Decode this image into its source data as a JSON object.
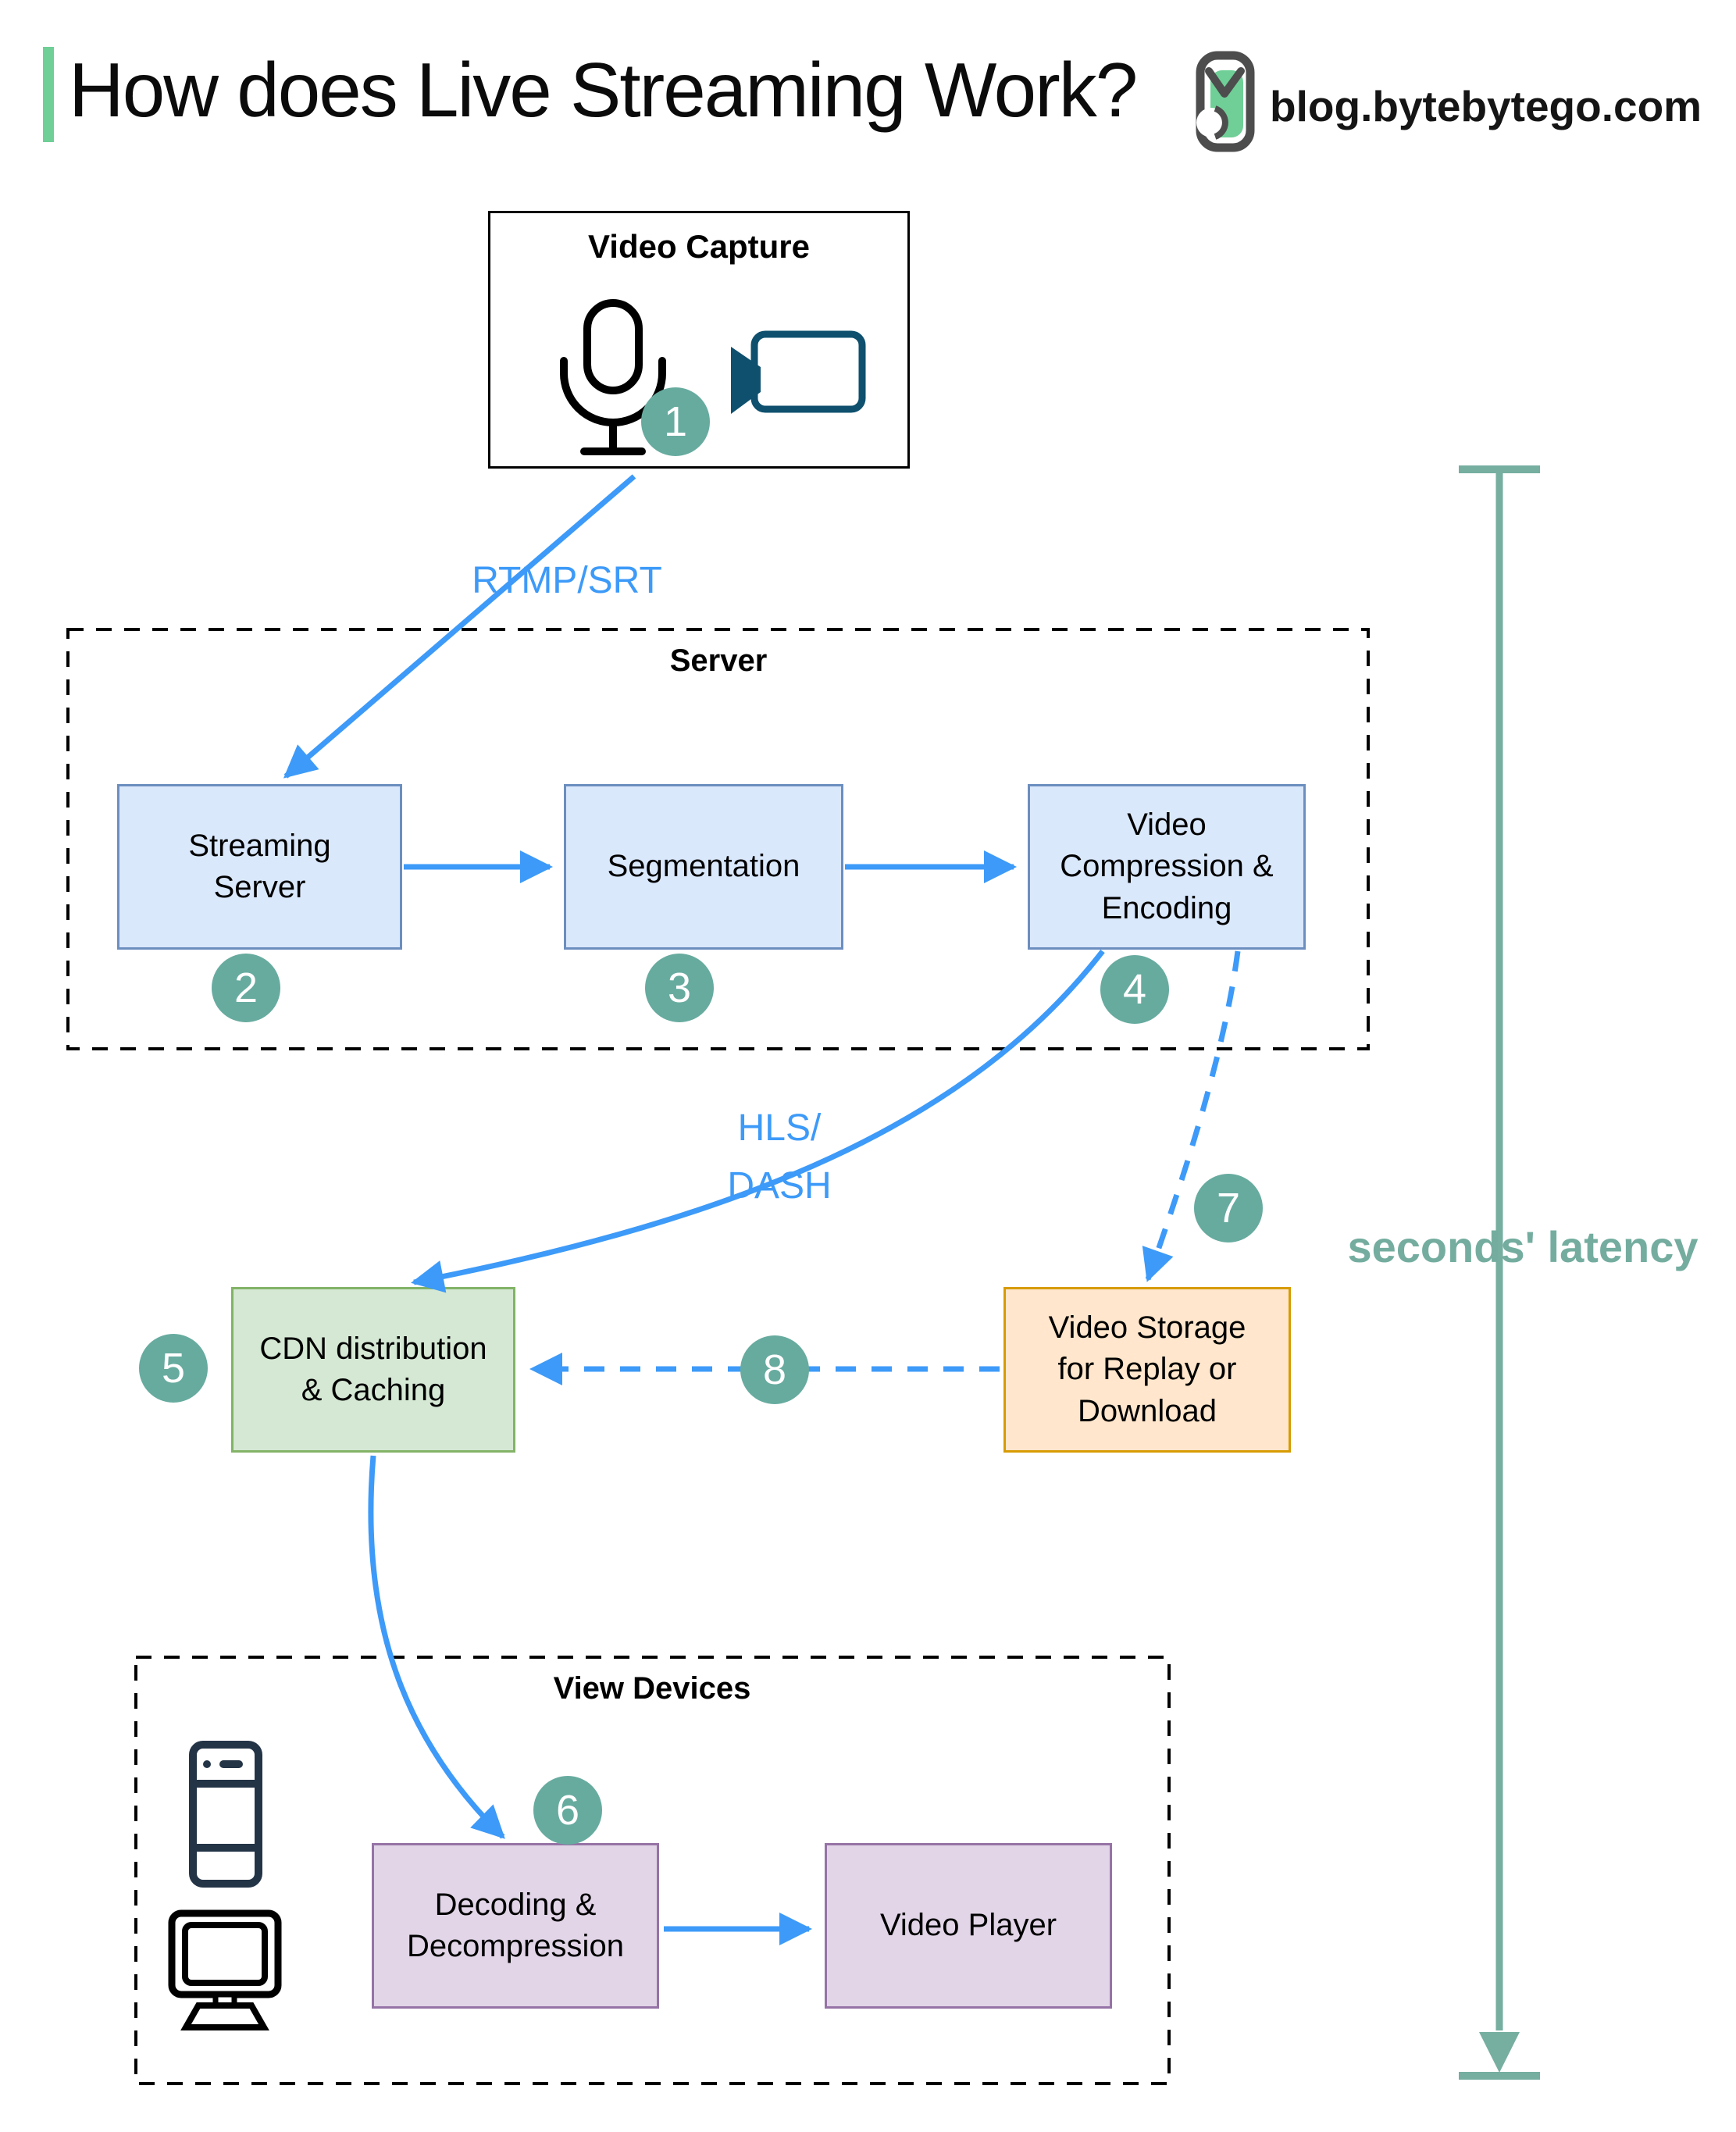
{
  "header": {
    "title": "How does Live Streaming Work?",
    "site": "blog.bytebytego.com"
  },
  "colors": {
    "accent_mint": "#6FCF97",
    "arrow_blue": "#3D9AF8",
    "badge_teal": "#67AB9F",
    "latency_teal": "#76AEA0",
    "node_blue_fill": "#DAE8FC",
    "node_blue_border": "#6C8EBF",
    "node_green_fill": "#D5E8D4",
    "node_green_border": "#82B366",
    "node_orange_fill": "#FFE6CC",
    "node_orange_border": "#D79B00",
    "node_purple_fill": "#E1D5E7",
    "node_purple_border": "#9673A6"
  },
  "icons": {
    "logo": "bytebytego-owl-icon",
    "microphone": "mic-icon",
    "video_camera": "video-camera-icon",
    "smartphone": "smartphone-icon",
    "desktop_monitor": "monitor-icon"
  },
  "groups": {
    "server": {
      "label": "Server"
    },
    "view_devices": {
      "label": "View Devices"
    }
  },
  "nodes": {
    "video_capture": {
      "title": "Video Capture",
      "step": "1"
    },
    "streaming_server": {
      "label": "Streaming\nServer",
      "step": "2"
    },
    "segmentation": {
      "label": "Segmentation",
      "step": "3"
    },
    "compression": {
      "label": "Video\nCompression &\nEncoding",
      "step": "4"
    },
    "cdn": {
      "label": "CDN distribution\n& Caching",
      "step": "5"
    },
    "storage": {
      "label": "Video Storage\nfor Replay or\nDownload"
    },
    "decoding": {
      "label": "Decoding &\nDecompression",
      "step": "6"
    },
    "player": {
      "label": "Video Player"
    }
  },
  "edges": {
    "rtmp": {
      "label": "RTMP/SRT"
    },
    "hls": {
      "label": "HLS/\nDASH"
    },
    "storage_in_step": "7",
    "storage_to_cdn_step": "8"
  },
  "latency": {
    "label": "seconds' latency"
  }
}
